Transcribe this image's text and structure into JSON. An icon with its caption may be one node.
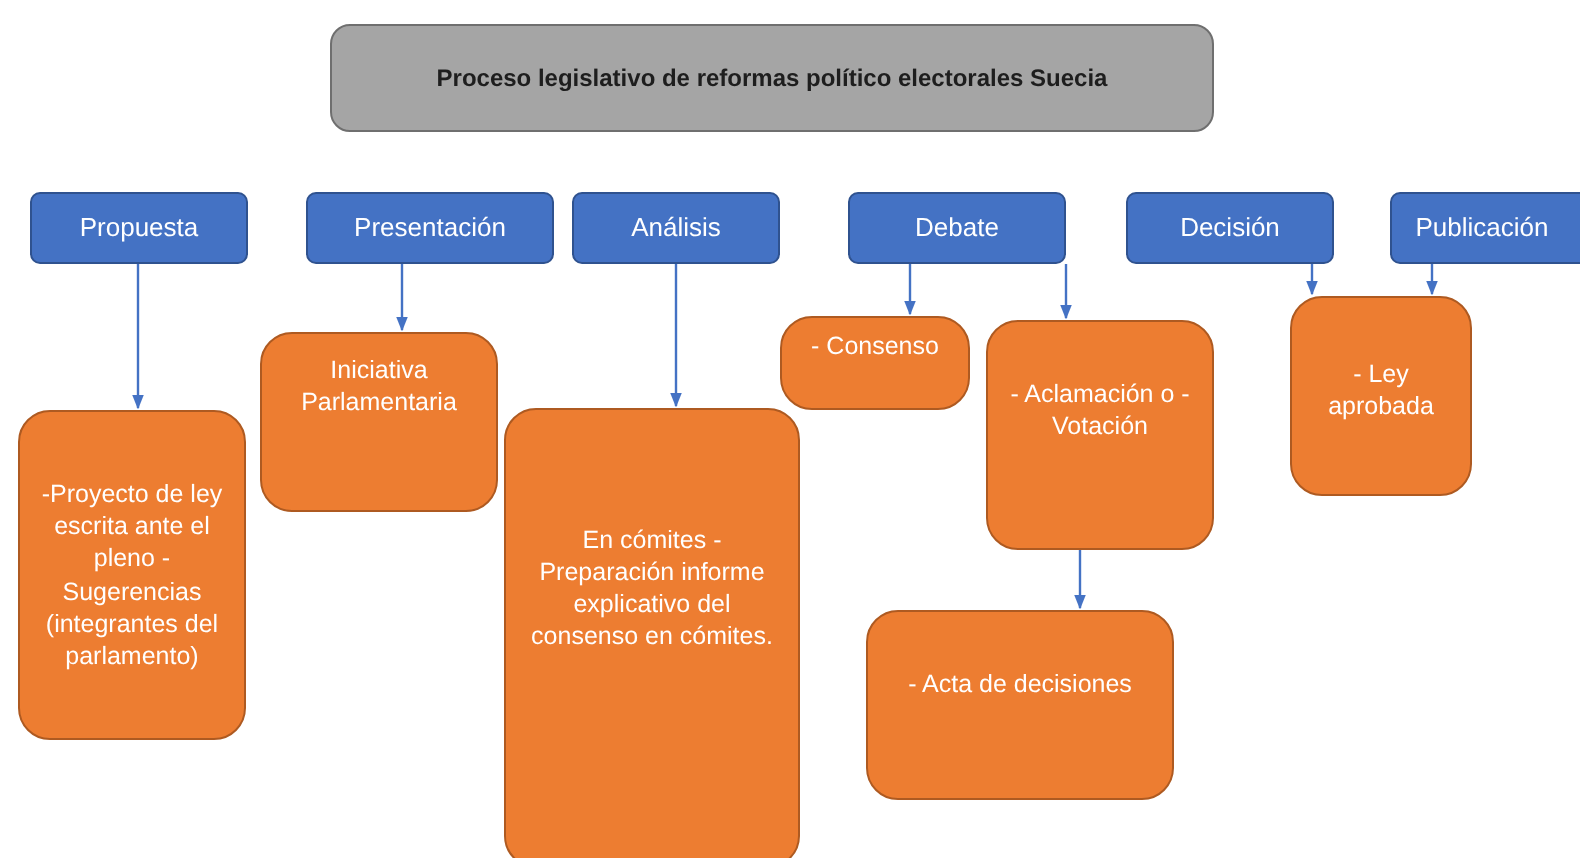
{
  "diagram": {
    "title": "Proceso legislativo de reformas político electorales Suecia",
    "nodes": [
      {
        "text": [
          "Propuesta"
        ]
      },
      {
        "text": [
          "Presentación"
        ]
      },
      {
        "text": [
          "Análisis"
        ]
      },
      {
        "text": [
          "Debate"
        ]
      },
      {
        "text": [
          "Decisión"
        ]
      },
      {
        "text": [
          "Publicación"
        ]
      },
      {
        "text": [
          "-Proyecto de ley escrita ante el pleno -Sugerencias (integrantes del parlamento)"
        ]
      },
      {
        "text": [
          "Iniciativa Parlamentaria"
        ]
      },
      {
        "text": [
          "En cómites - Preparación informe explicativo del consenso en cómites."
        ]
      },
      {
        "text": [
          "- Consenso"
        ]
      },
      {
        "text": [
          "- Aclamación o - Votación"
        ]
      },
      {
        "text": [
          "- Acta de decisiones"
        ]
      },
      {
        "text": [
          "- Ley aprobada"
        ]
      }
    ],
    "edges": [
      {
        "from": 0,
        "to": 6,
        "arrow": "to"
      },
      {
        "from": 1,
        "to": 7,
        "arrow": "to"
      },
      {
        "from": 2,
        "to": 8,
        "arrow": "to"
      },
      {
        "from": 3,
        "to": 9,
        "arrow": "to"
      },
      {
        "from": 3,
        "to": 10,
        "arrow": "to"
      },
      {
        "from": 10,
        "to": 11,
        "arrow": "to"
      },
      {
        "from": 4,
        "to": 12,
        "arrow": "to"
      },
      {
        "from": 5,
        "to": 12,
        "arrow": "to"
      }
    ]
  }
}
